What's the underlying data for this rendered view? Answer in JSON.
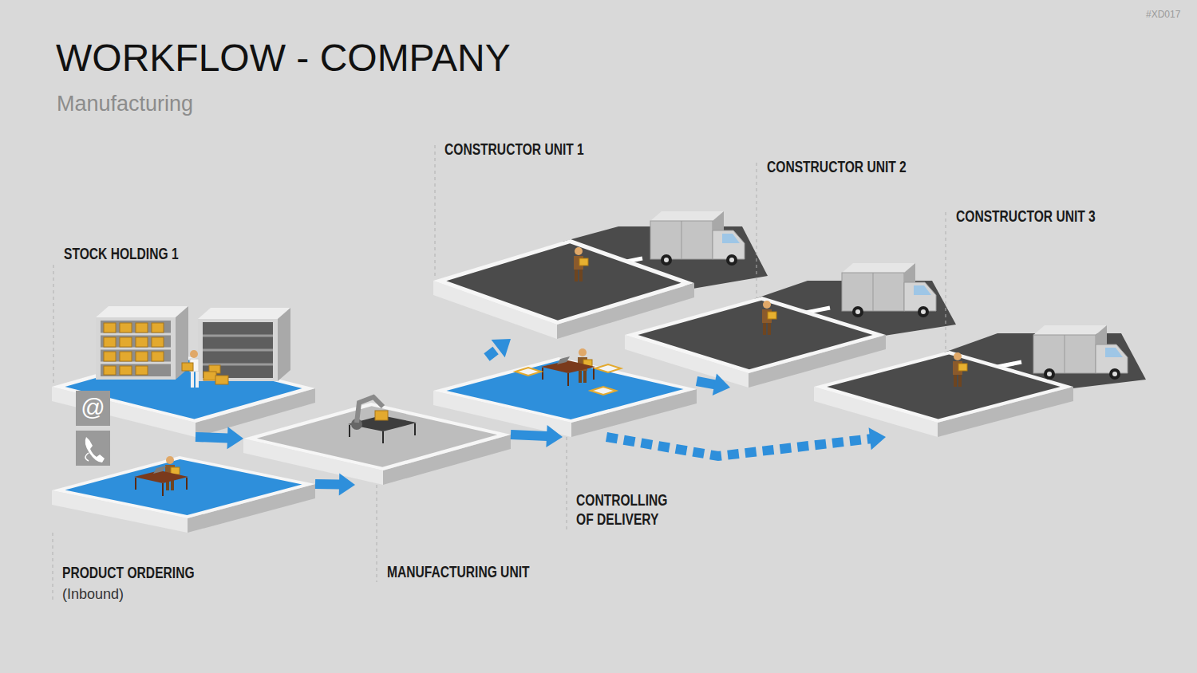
{
  "diagram": {
    "title": "WORKFLOW - COMPANY",
    "caption": "Manufacturing",
    "nodes": [
      {
        "text": [
          "STOCK HOLDING 1"
        ]
      },
      {
        "text": [
          "PRODUCT ORDERING",
          "(Inbound)"
        ]
      },
      {
        "text": [
          "MANUFACTURING UNIT"
        ]
      },
      {
        "text": [
          "CONTROLLING OF DELIVERY"
        ]
      },
      {
        "text": [
          "CONSTRUCTOR UNIT 1"
        ]
      },
      {
        "text": [
          "CONSTRUCTOR UNIT 2"
        ]
      },
      {
        "text": [
          "CONSTRUCTOR UNIT 3"
        ]
      }
    ],
    "edges": [
      {
        "from": 0,
        "to": 2,
        "arrow": "to"
      },
      {
        "from": 1,
        "to": 2,
        "arrow": "to"
      },
      {
        "from": 2,
        "to": 3,
        "arrow": "to"
      },
      {
        "from": 3,
        "to": 4,
        "arrow": "to"
      },
      {
        "from": 3,
        "to": 5,
        "arrow": "to"
      },
      {
        "from": 3,
        "to": 6,
        "arrow": "to"
      }
    ],
    "labels": [
      "#XD017",
      "@"
    ]
  }
}
